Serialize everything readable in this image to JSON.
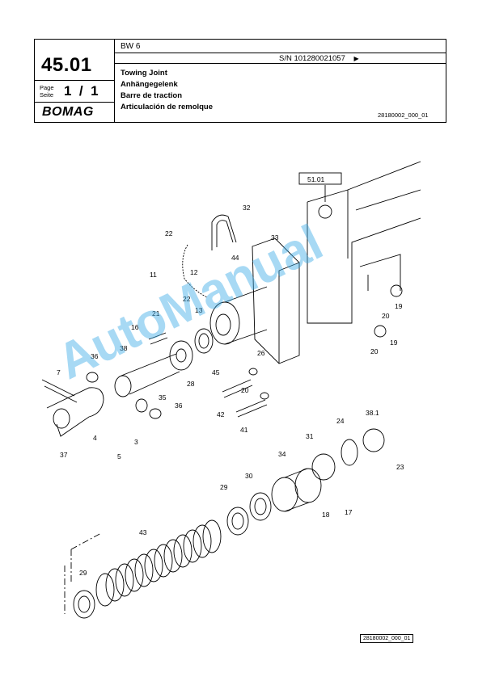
{
  "header": {
    "model": "BW 6",
    "serial": "S/N 101280021057",
    "serial_arrow": "▶",
    "group_number": "45.01",
    "page_label_en": "Page",
    "page_label_de": "Seite",
    "page_value": "1  /  1",
    "brand": "BOMAG",
    "titles": [
      "Towing Joint",
      "Anhängegelenk",
      "Barre de traction",
      "Articulación de remolque"
    ],
    "drawing_ref": "28180002_000_01"
  },
  "diagram": {
    "ref_group": "51.01",
    "callouts": [
      "32",
      "22",
      "33",
      "44",
      "11",
      "12",
      "22",
      "21",
      "13",
      "16",
      "36",
      "38",
      "26",
      "7",
      "45",
      "28",
      "20",
      "35",
      "36",
      "42",
      "41",
      "4",
      "3",
      "37",
      "5",
      "19",
      "20",
      "20",
      "19",
      "38.1",
      "24",
      "31",
      "34",
      "23",
      "30",
      "29",
      "18",
      "17",
      "43",
      "29"
    ]
  },
  "footer": {
    "drawing_ref": "28180002_000_01"
  },
  "watermark": "AutoManual"
}
